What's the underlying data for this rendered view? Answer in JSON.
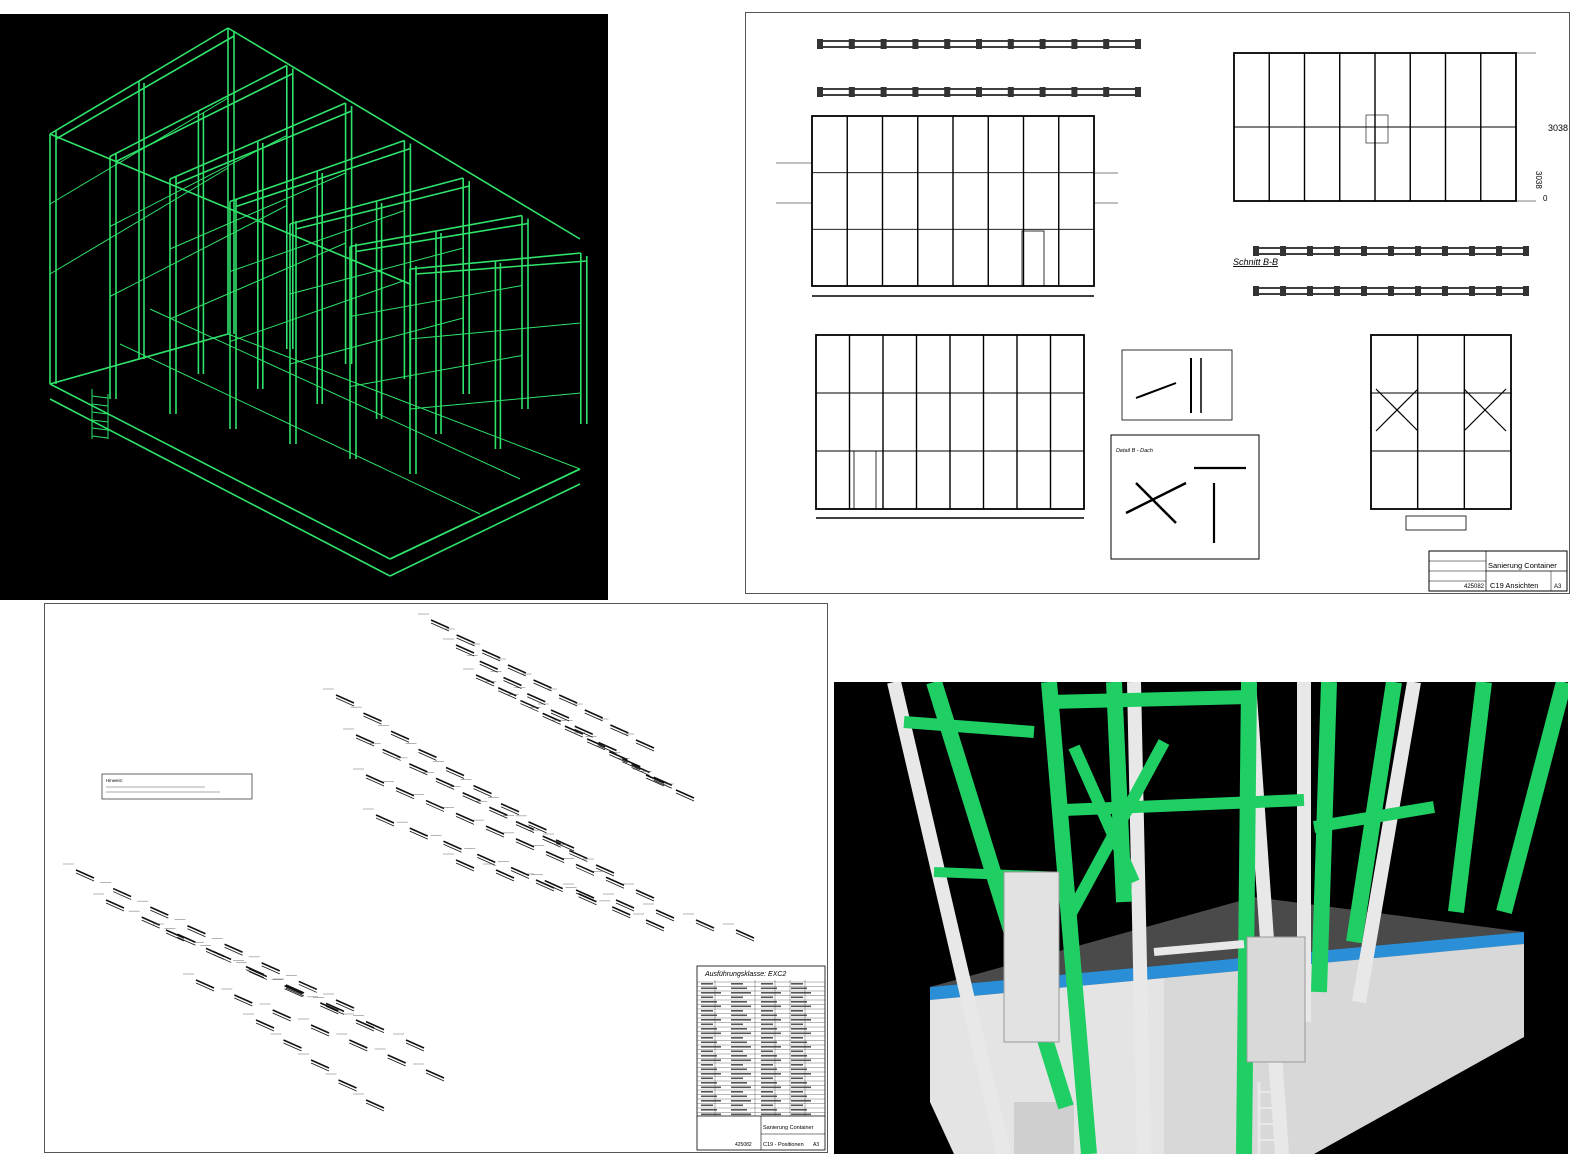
{
  "panels": {
    "wireframe": {
      "icon": "wireframe-3d-icon"
    },
    "drawing": {
      "dim_width": "3038",
      "dim_height": "3038",
      "dim_zero": "0",
      "section_label": "Schnitt B-B",
      "detail_label": "Detail B - Dach",
      "title_block": {
        "title": "Sanierung Container",
        "number": "425082",
        "subtitle": "C19 Ansichten",
        "sheet": "A3"
      }
    },
    "parts": {
      "exec_class": "Ausführungsklasse:   EXC2",
      "note_label": "Hinweis:",
      "title_block": {
        "title": "Sanierung Container",
        "number": "425082",
        "subtitle": "C19 - Positionen",
        "sheet": "A3"
      }
    },
    "render": {
      "icon": "render-3d-icon"
    }
  },
  "colors": {
    "wire_green": "#2fe36b",
    "render_green": "#1fcf63",
    "render_white": "#e8e8e8",
    "render_floor": "#5c5c5c",
    "render_blue": "#2a8fd6",
    "background_black": "#000000"
  }
}
